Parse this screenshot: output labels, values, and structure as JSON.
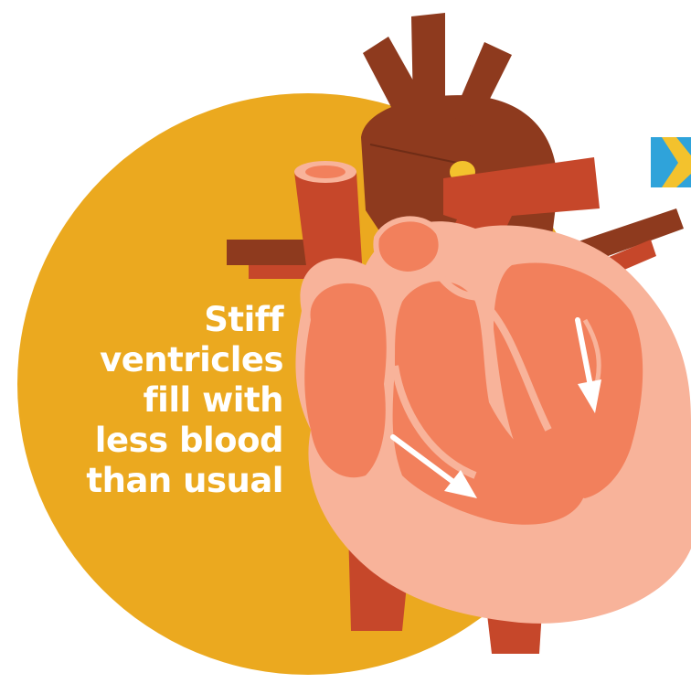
{
  "caption": {
    "lines": [
      "Stiff",
      "ventricles",
      "fill with",
      "less blood",
      "than usual"
    ]
  },
  "colors": {
    "circle": "#EBA91F",
    "heart_light": "#F8B39A",
    "heart_mid": "#F2805C",
    "vessel": "#C6472A",
    "aorta": "#8E3A1E",
    "arrow": "#ffffff",
    "accent_blue": "#2FA3DA",
    "accent_yellow": "#F3C22D"
  },
  "icons": {
    "arrow_left": "down-right-arrow-icon",
    "arrow_right": "down-arrow-icon",
    "corner_mark": "chevron-right-icon"
  }
}
